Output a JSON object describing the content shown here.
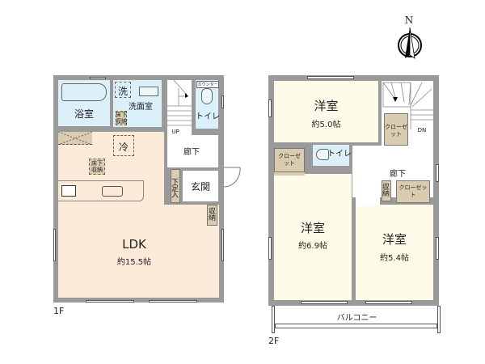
{
  "compass": {
    "label": "N"
  },
  "floor1": {
    "label": "1F",
    "rooms": {
      "bath": "浴室",
      "wash": "洗",
      "washroom": "洗面室",
      "underfloor_storage_1": "床下収納",
      "toilet": "トイレ",
      "counter": "カウンター",
      "stairs_up": "UP",
      "hallway": "廊下",
      "fridge": "冷",
      "underfloor_storage_2": "床下収納",
      "entrance": "玄関",
      "shoe_storage": "下足入",
      "storage": "収納",
      "ldk": "LDK",
      "ldk_area": "約15.5帖"
    },
    "colors": {
      "ldk": "#fdebd9",
      "wet": "#dcf0f9",
      "wall": "#9a9a9a",
      "closet": "#d9ccb0"
    }
  },
  "floor2": {
    "label": "2F",
    "rooms": {
      "room1": "洋室",
      "room1_area": "約5.0帖",
      "closet1": "クローゼット",
      "stairs_down": "DN",
      "closet2": "クローゼット",
      "toilet": "トイレ",
      "hallway": "廊下",
      "storage": "収納",
      "closet3": "クローゼット",
      "room2": "洋室",
      "room2_area": "約6.9帖",
      "room3": "洋室",
      "room3_area": "約5.4帖",
      "balcony": "バルコニー"
    },
    "colors": {
      "room": "#fefbe8",
      "wet": "#dcf0f9",
      "wall": "#9a9a9a",
      "closet": "#d9ccb0"
    }
  }
}
